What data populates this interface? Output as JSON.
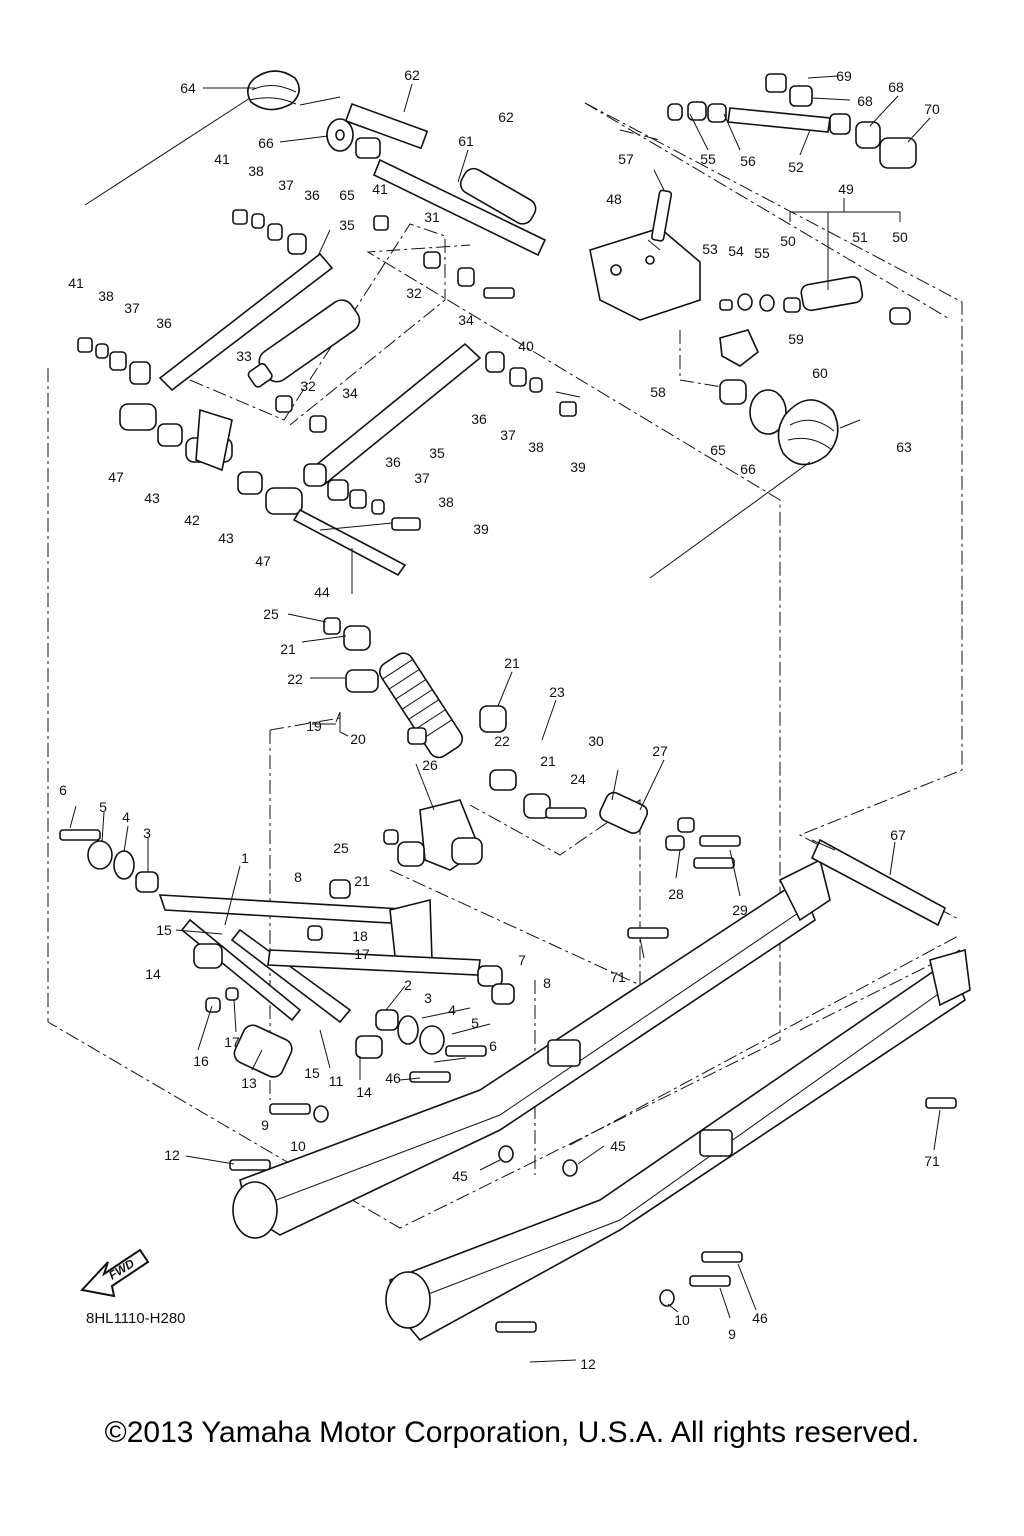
{
  "diagram": {
    "drawing_code": "8HL1110-H280",
    "fwd_label": "FWD",
    "copyright": "©2013 Yamaha Motor Corporation, U.S.A. All rights reserved.",
    "callouts": [
      {
        "id": "c64a",
        "text": "64"
      },
      {
        "id": "c62a",
        "text": "62"
      },
      {
        "id": "c62b",
        "text": "62"
      },
      {
        "id": "c66a",
        "text": "66"
      },
      {
        "id": "c61",
        "text": "61"
      },
      {
        "id": "c65a",
        "text": "65"
      },
      {
        "id": "c41a",
        "text": "41"
      },
      {
        "id": "c38a",
        "text": "38"
      },
      {
        "id": "c37a",
        "text": "37"
      },
      {
        "id": "c36a",
        "text": "36"
      },
      {
        "id": "c41b",
        "text": "41"
      },
      {
        "id": "c35a",
        "text": "35"
      },
      {
        "id": "c31",
        "text": "31"
      },
      {
        "id": "c69",
        "text": "69"
      },
      {
        "id": "c68a",
        "text": "68"
      },
      {
        "id": "c68b",
        "text": "68"
      },
      {
        "id": "c70",
        "text": "70"
      },
      {
        "id": "c55a",
        "text": "55"
      },
      {
        "id": "c56",
        "text": "56"
      },
      {
        "id": "c52",
        "text": "52"
      },
      {
        "id": "c57",
        "text": "57"
      },
      {
        "id": "c48",
        "text": "48"
      },
      {
        "id": "c49",
        "text": "49"
      },
      {
        "id": "c53",
        "text": "53"
      },
      {
        "id": "c54",
        "text": "54"
      },
      {
        "id": "c55b",
        "text": "55"
      },
      {
        "id": "c50a",
        "text": "50"
      },
      {
        "id": "c51",
        "text": "51"
      },
      {
        "id": "c50b",
        "text": "50"
      },
      {
        "id": "c41c",
        "text": "41"
      },
      {
        "id": "c38b",
        "text": "38"
      },
      {
        "id": "c37b",
        "text": "37"
      },
      {
        "id": "c36b",
        "text": "36"
      },
      {
        "id": "c32a",
        "text": "32"
      },
      {
        "id": "c34a",
        "text": "34"
      },
      {
        "id": "c40",
        "text": "40"
      },
      {
        "id": "c33",
        "text": "33"
      },
      {
        "id": "c32b",
        "text": "32"
      },
      {
        "id": "c34b",
        "text": "34"
      },
      {
        "id": "c59",
        "text": "59"
      },
      {
        "id": "c60",
        "text": "60"
      },
      {
        "id": "c58",
        "text": "58"
      },
      {
        "id": "c36c",
        "text": "36"
      },
      {
        "id": "c37c",
        "text": "37"
      },
      {
        "id": "c38c",
        "text": "38"
      },
      {
        "id": "c39a",
        "text": "39"
      },
      {
        "id": "c35b",
        "text": "35"
      },
      {
        "id": "c65b",
        "text": "65"
      },
      {
        "id": "c66b",
        "text": "66"
      },
      {
        "id": "c63",
        "text": "63"
      },
      {
        "id": "c47a",
        "text": "47"
      },
      {
        "id": "c43a",
        "text": "43"
      },
      {
        "id": "c42",
        "text": "42"
      },
      {
        "id": "c43b",
        "text": "43"
      },
      {
        "id": "c47b",
        "text": "47"
      },
      {
        "id": "c36d",
        "text": "36"
      },
      {
        "id": "c37d",
        "text": "37"
      },
      {
        "id": "c38d",
        "text": "38"
      },
      {
        "id": "c39b",
        "text": "39"
      },
      {
        "id": "c44",
        "text": "44"
      },
      {
        "id": "c25a",
        "text": "25"
      },
      {
        "id": "c21a",
        "text": "21"
      },
      {
        "id": "c22a",
        "text": "22"
      },
      {
        "id": "c21b",
        "text": "21"
      },
      {
        "id": "c23",
        "text": "23"
      },
      {
        "id": "c19",
        "text": "19"
      },
      {
        "id": "c20",
        "text": "20"
      },
      {
        "id": "c22b",
        "text": "22"
      },
      {
        "id": "c30",
        "text": "30"
      },
      {
        "id": "c27",
        "text": "27"
      },
      {
        "id": "c26",
        "text": "26"
      },
      {
        "id": "c21c",
        "text": "21"
      },
      {
        "id": "c24",
        "text": "24"
      },
      {
        "id": "c6a",
        "text": "6"
      },
      {
        "id": "c5a",
        "text": "5"
      },
      {
        "id": "c4a",
        "text": "4"
      },
      {
        "id": "c3a",
        "text": "3"
      },
      {
        "id": "c1",
        "text": "1"
      },
      {
        "id": "c25b",
        "text": "25"
      },
      {
        "id": "c21d",
        "text": "21"
      },
      {
        "id": "c67",
        "text": "67"
      },
      {
        "id": "c28",
        "text": "28"
      },
      {
        "id": "c29",
        "text": "29"
      },
      {
        "id": "c8a",
        "text": "8"
      },
      {
        "id": "c15a",
        "text": "15"
      },
      {
        "id": "c18",
        "text": "18"
      },
      {
        "id": "c17a",
        "text": "17"
      },
      {
        "id": "c14a",
        "text": "14"
      },
      {
        "id": "c7",
        "text": "7"
      },
      {
        "id": "c8b",
        "text": "8"
      },
      {
        "id": "c71a",
        "text": "71"
      },
      {
        "id": "c2",
        "text": "2"
      },
      {
        "id": "c3b",
        "text": "3"
      },
      {
        "id": "c4b",
        "text": "4"
      },
      {
        "id": "c5b",
        "text": "5"
      },
      {
        "id": "c6b",
        "text": "6"
      },
      {
        "id": "c16",
        "text": "16"
      },
      {
        "id": "c17b",
        "text": "17"
      },
      {
        "id": "c13",
        "text": "13"
      },
      {
        "id": "c15b",
        "text": "15"
      },
      {
        "id": "c11",
        "text": "11"
      },
      {
        "id": "c14b",
        "text": "14"
      },
      {
        "id": "c46a",
        "text": "46"
      },
      {
        "id": "c9a",
        "text": "9"
      },
      {
        "id": "c10a",
        "text": "10"
      },
      {
        "id": "c12a",
        "text": "12"
      },
      {
        "id": "c45a",
        "text": "45"
      },
      {
        "id": "c45b",
        "text": "45"
      },
      {
        "id": "c71b",
        "text": "71"
      },
      {
        "id": "c10b",
        "text": "10"
      },
      {
        "id": "c9b",
        "text": "9"
      },
      {
        "id": "c46b",
        "text": "46"
      },
      {
        "id": "c12b",
        "text": "12"
      }
    ]
  }
}
